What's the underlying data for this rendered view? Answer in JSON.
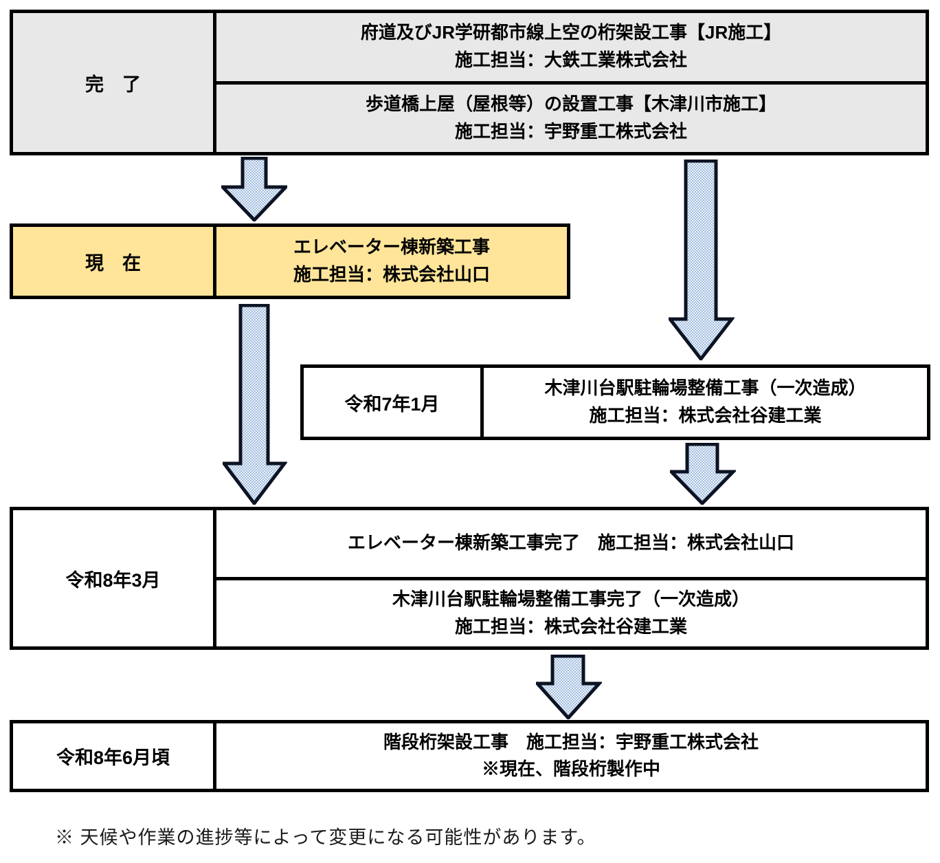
{
  "colors": {
    "completed_fill": "#E8E8E8",
    "current_fill": "#FFE599",
    "plain_fill": "#FFFFFF",
    "border": "#000000",
    "arrow_outline": "#0C1322",
    "arrow_fill_blue": "#A3BEDE",
    "arrow_fill_light": "#EEF3FB",
    "footnote_text": "#1A1A1A"
  },
  "stages": [
    {
      "label": "完　了",
      "items": [
        {
          "lines": [
            "府道及びJR学研都市線上空の桁架設工事【JR施工】",
            "施工担当：大鉄工業株式会社"
          ]
        },
        {
          "lines": [
            "歩道橋上屋（屋根等）の設置工事【木津川市施工】",
            "施工担当：宇野重工株式会社"
          ]
        }
      ]
    },
    {
      "label": "現　在",
      "items": [
        {
          "lines": [
            "エレベーター棟新築工事",
            "施工担当：株式会社山口"
          ]
        }
      ]
    },
    {
      "label": "令和7年1月",
      "items": [
        {
          "lines": [
            "木津川台駅駐輪場整備工事（一次造成）",
            "施工担当：株式会社谷建工業"
          ]
        }
      ]
    },
    {
      "label": "令和8年3月",
      "items": [
        {
          "lines": [
            "エレベーター棟新築工事完了　施工担当：株式会社山口"
          ]
        },
        {
          "lines": [
            "木津川台駅駐輪場整備工事完了（一次造成）",
            "施工担当：株式会社谷建工業"
          ]
        }
      ]
    },
    {
      "label": "令和8年6月頃",
      "items": [
        {
          "lines": [
            "階段桁架設工事　施工担当：宇野重工株式会社",
            "※現在、階段桁製作中"
          ]
        }
      ]
    }
  ],
  "footnote": "※ 天候や作業の進捗等によって変更になる可能性があります。"
}
